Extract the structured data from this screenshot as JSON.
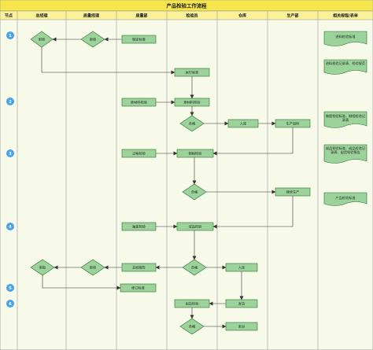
{
  "title": "产品检验工作流程",
  "headers": [
    "节点",
    "总经理",
    "质量经理",
    "质量部",
    "检验员",
    "仓库",
    "生产部",
    "相关规程/表单"
  ],
  "steps": [
    "1",
    "2",
    "3",
    "4",
    "5",
    "6"
  ],
  "nodes": {
    "n_approve1": "审核",
    "n_review1": "审核",
    "n_std1": "制定标准",
    "n_exec": "执行标准",
    "n_insp_rm": "原材料检验",
    "n_chk_rm": "原材料检验",
    "n_ok1": "合格",
    "n_store1": "入库",
    "n_prod1": "生产投料",
    "n_chk_proc": "过程检验",
    "n_proc_insp": "制程检验",
    "n_ok2": "合格",
    "n_cont": "继续生产",
    "n_chk_fin": "抽查检验",
    "n_fin": "成品检验",
    "n_ok3": "合格",
    "n_store2": "入库",
    "n_sum": "总结报告",
    "n_review2": "审核",
    "n_approve2": "审批",
    "n_revise": "修订标准",
    "n_ship": "发货",
    "n_out": "出货检验",
    "n_ok4": "合格",
    "n_deliver": "发运"
  },
  "docs": [
    "进料检验标准",
    "进料检验记录表、检验规范",
    "制程检验标准、制程检验记录表",
    "成品检验标准、成品检验记录表、出货检验报告",
    "产品检验标准"
  ]
}
